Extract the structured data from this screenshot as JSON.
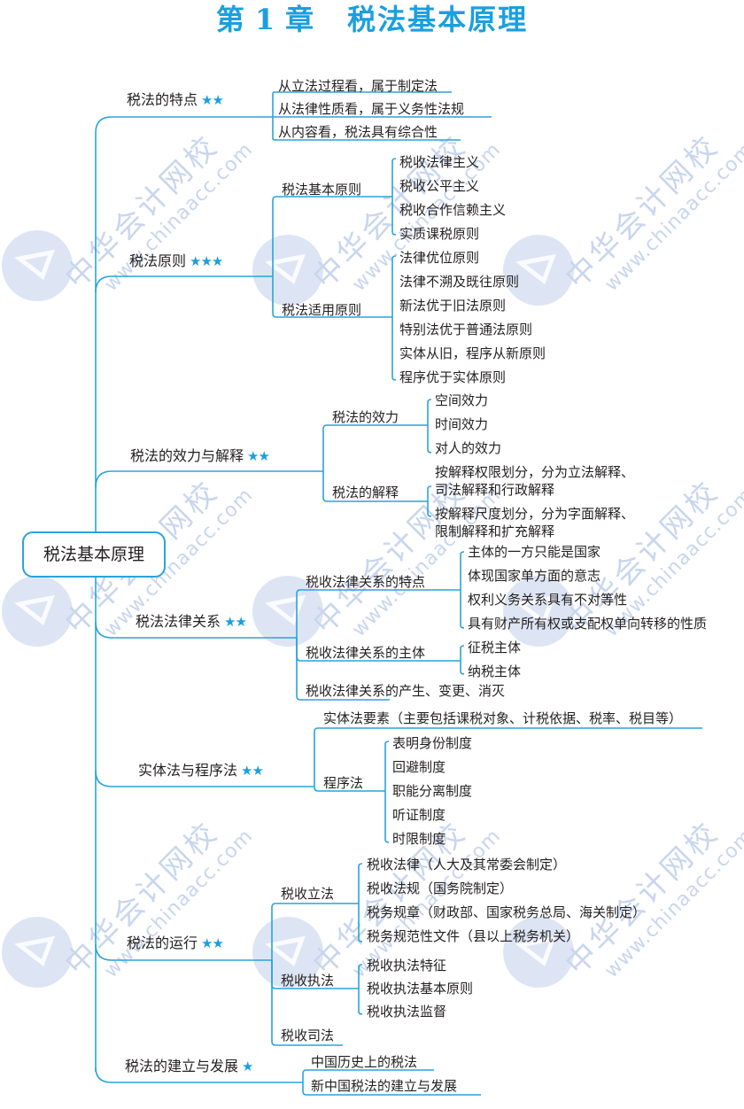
{
  "title": {
    "prefix": "第",
    "number": "1",
    "suffix": "章",
    "name": "税法基本原理"
  },
  "colors": {
    "accent": "#1a9fe0",
    "line": "#29a3dc",
    "text": "#231f20",
    "watermark": "#c8d6ee"
  },
  "watermark": {
    "text_cn": "中华会计网校",
    "text_url": "www.chinaacc.com"
  },
  "root": {
    "label": "税法基本原理"
  },
  "branches": [
    {
      "label": "税法的特点",
      "stars": "★★",
      "children": [
        {
          "label": "从立法过程看，属于制定法"
        },
        {
          "label": "从法律性质看，属于义务性法规"
        },
        {
          "label": "从内容看，税法具有综合性"
        }
      ]
    },
    {
      "label": "税法原则",
      "stars": "★★★",
      "children": [
        {
          "label": "税法基本原则",
          "children": [
            "税收法律主义",
            "税收公平主义",
            "税收合作信赖主义",
            "实质课税原则"
          ]
        },
        {
          "label": "税法适用原则",
          "children": [
            "法律优位原则",
            "法律不溯及既往原则",
            "新法优于旧法原则",
            "特别法优于普通法原则",
            "实体从旧，程序从新原则",
            "程序优于实体原则"
          ]
        }
      ]
    },
    {
      "label": "税法的效力与解释",
      "stars": "★★",
      "children": [
        {
          "label": "税法的效力",
          "children": [
            "空间效力",
            "时间效力",
            "对人的效力"
          ]
        },
        {
          "label": "税法的解释",
          "children": [
            "按解释权限划分，分为立法解释、司法解释和行政解释",
            "按解释尺度划分，分为字面解释、限制解释和扩充解释"
          ]
        }
      ]
    },
    {
      "label": "税法法律关系",
      "stars": "★★",
      "children": [
        {
          "label": "税收法律关系的特点",
          "children": [
            "主体的一方只能是国家",
            "体现国家单方面的意志",
            "权利义务关系具有不对等性",
            "具有财产所有权或支配权单向转移的性质"
          ]
        },
        {
          "label": "税收法律关系的主体",
          "children": [
            "征税主体",
            "纳税主体"
          ]
        },
        {
          "label": "税收法律关系的产生、变更、消灭"
        }
      ]
    },
    {
      "label": "实体法与程序法",
      "stars": "★★",
      "children": [
        {
          "label": "实体法要素（主要包括课税对象、计税依据、税率、税目等）"
        },
        {
          "label": "程序法",
          "children": [
            "表明身份制度",
            "回避制度",
            "职能分离制度",
            "听证制度",
            "时限制度"
          ]
        }
      ]
    },
    {
      "label": "税法的运行",
      "stars": "★★",
      "children": [
        {
          "label": "税收立法",
          "children": [
            "税收法律（人大及其常委会制定）",
            "税收法规（国务院制定）",
            "税务规章（财政部、国家税务总局、海关制定）",
            "税务规范性文件（县以上税务机关）"
          ]
        },
        {
          "label": "税收执法",
          "children": [
            "税收执法特征",
            "税收执法基本原则",
            "税收执法监督"
          ]
        },
        {
          "label": "税收司法"
        }
      ]
    },
    {
      "label": "税法的建立与发展",
      "stars": "★",
      "children": [
        {
          "label": "中国历史上的税法"
        },
        {
          "label": "新中国税法的建立与发展"
        }
      ]
    }
  ]
}
